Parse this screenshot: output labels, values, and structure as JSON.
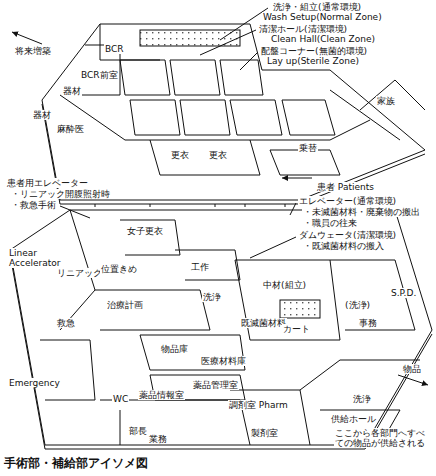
{
  "diagram": {
    "caption": "手術部・補給部アイソメ図",
    "labels": [
      "将来増築",
      "BCR",
      "BCR前室",
      "器材",
      "器材",
      "麻酔医",
      "更衣",
      "更衣",
      "家族",
      "乗替",
      "患者 Patients",
      "洗浄・組立(通常環境)",
      "Wash Setup(Normal Zone)",
      "清潔ホール(清潔環境)",
      "Clean Hall(Clean Zone)",
      "配盤コーナー(無菌的環境)",
      "Lay up(Sterile Zone)",
      "患者用エレベーター",
      "・リニアック開腹照射時",
      "・救急手術",
      "エレベーター(通常環境)",
      "・未滅菌材料・廃棄物の搬出",
      "・職員の往来",
      "ダムウェータ(清潔環境)",
      "・既滅菌材料の搬入",
      "Linear Accelerator",
      "女子更衣",
      "リニアック",
      "位置きめ",
      "工作",
      "治療計画",
      "救急",
      "Emergency",
      "洗浄",
      "中材(組立)",
      "(洗浄)",
      "S.P.D.",
      "既滅菌材料",
      "カート",
      "事務",
      "物品庫",
      "医療材料庫",
      "物品",
      "薬品管理室",
      "薬品情報室",
      "WC",
      "部長",
      "業務",
      "調剤室 Pharm",
      "製剤室",
      "洗浄",
      "供給ホール",
      "ここから各部門へすべての物品が供給される"
    ]
  }
}
